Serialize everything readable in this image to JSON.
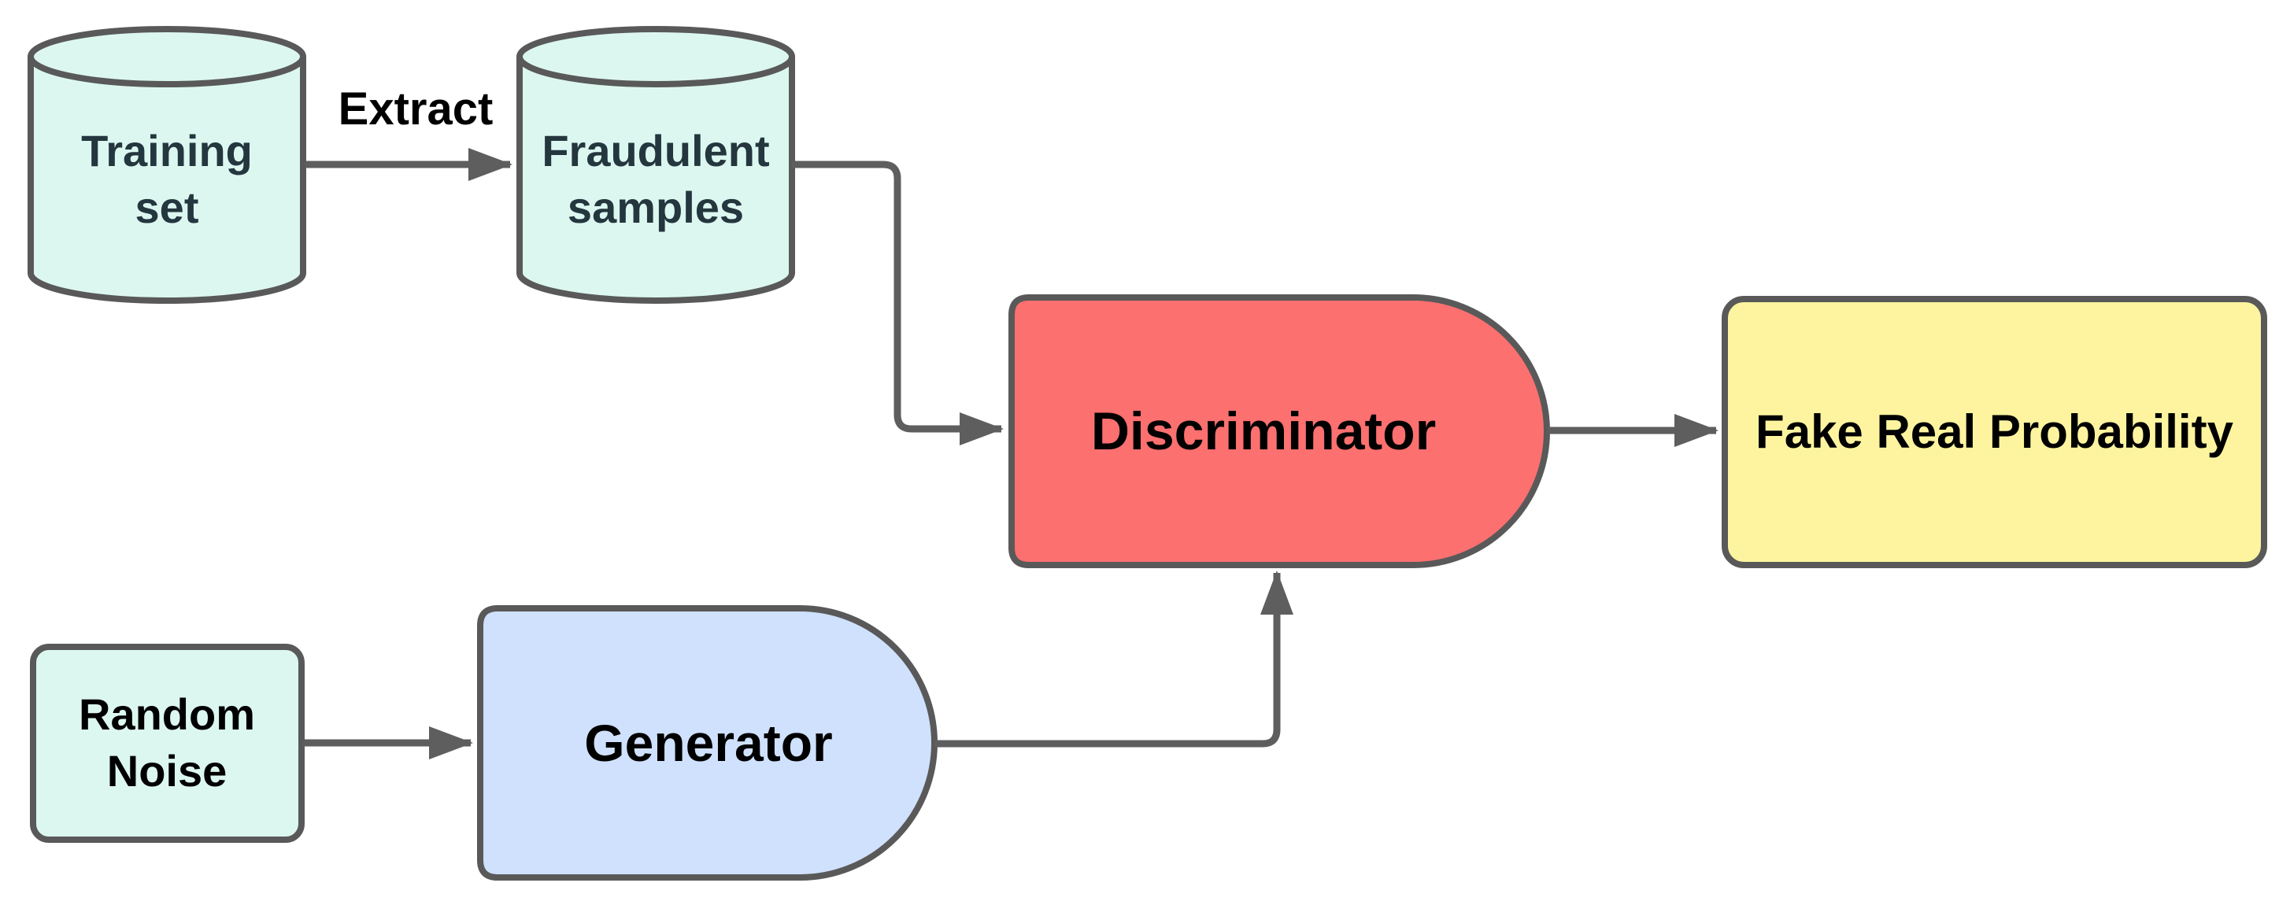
{
  "diagram": {
    "nodes": {
      "training_set": {
        "label": "Training set",
        "shape": "cylinder"
      },
      "fraudulent_samples": {
        "label": "Fraudulent samples",
        "shape": "cylinder"
      },
      "discriminator": {
        "label": "Discriminator",
        "shape": "d-block"
      },
      "fake_real_probability": {
        "label": "Fake Real Probability",
        "shape": "rounded-rectangle"
      },
      "random_noise": {
        "label": "Random Noise",
        "shape": "rounded-rectangle"
      },
      "generator": {
        "label": "Generator",
        "shape": "d-block"
      }
    },
    "edges": {
      "extract": {
        "label": "Extract",
        "from": "training_set",
        "to": "fraudulent_samples"
      },
      "fraudulent_to_discriminator": {
        "from": "fraudulent_samples",
        "to": "discriminator"
      },
      "discriminator_to_output": {
        "from": "discriminator",
        "to": "fake_real_probability"
      },
      "noise_to_generator": {
        "from": "random_noise",
        "to": "generator"
      },
      "generator_to_discriminator": {
        "from": "generator",
        "to": "discriminator"
      }
    }
  },
  "colors": {
    "mint": "#dcf7f0",
    "red": "#fc7070",
    "blue": "#cfe1fc",
    "yellow": "#fef49f",
    "stroke": "#595959",
    "connector": "#5e5e5e",
    "text_dark": "#24363e",
    "text_black": "#000000",
    "background": "#ffffff"
  }
}
